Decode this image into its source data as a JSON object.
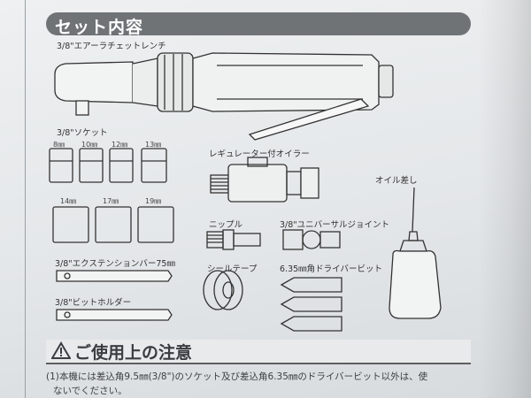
{
  "section_title": "セット内容",
  "items": {
    "ratchet": "3/8\"エアーラチェットレンチ",
    "sockets_title": "3/8\"ソケット",
    "socket_sizes_row1": [
      "8㎜",
      "10㎜",
      "12㎜",
      "13㎜"
    ],
    "socket_sizes_row2": [
      "14㎜",
      "17㎜",
      "19㎜"
    ],
    "extension": "3/8\"エクステンションバー75㎜",
    "bit_holder": "3/8\"ビットホルダー",
    "regulator": "レギュレーター付オイラー",
    "nipple": "ニップル",
    "universal": "3/8\"ユニバーサルジョイント",
    "seal_tape": "シールテープ",
    "driver_bit": "6.35㎜角ドライバービット",
    "oiler": "オイル差し"
  },
  "notice": {
    "title": "ご使用上の注意",
    "line1": "(1)本機には差込角9.5㎜(3/8\")のソケット及び差込角6.35㎜のドライバービット以外は、使",
    "line2": "ないでください。"
  }
}
